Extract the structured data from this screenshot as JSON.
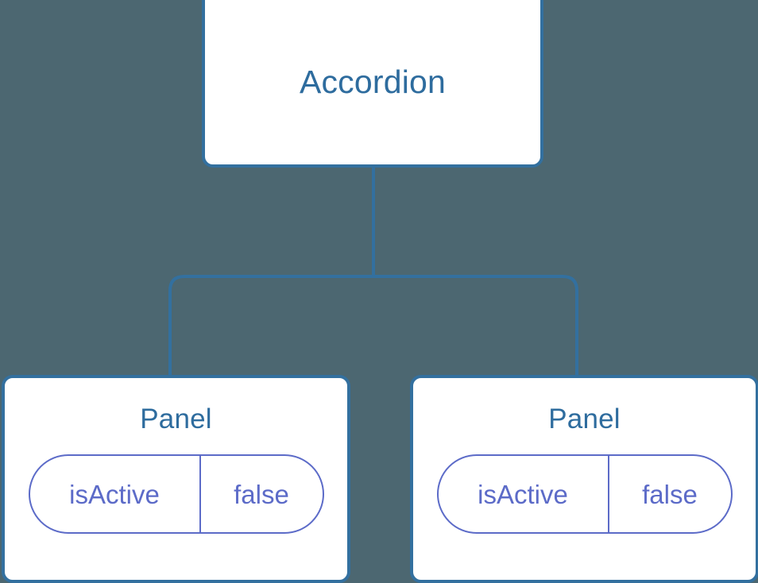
{
  "canvas": {
    "background_color": "#4c6771",
    "node_fill_color": "#ffffff",
    "node_border_color": "#33709f",
    "node_title_color": "#2e6c9e",
    "prop_color": "#5c6bc8",
    "connector_color": "#33709f"
  },
  "tree": {
    "root": {
      "title": "Accordion",
      "props": []
    },
    "children": [
      {
        "title": "Panel",
        "props": [
          {
            "key": "isActive",
            "value": "false"
          }
        ]
      },
      {
        "title": "Panel",
        "props": [
          {
            "key": "isActive",
            "value": "false"
          }
        ]
      }
    ]
  }
}
